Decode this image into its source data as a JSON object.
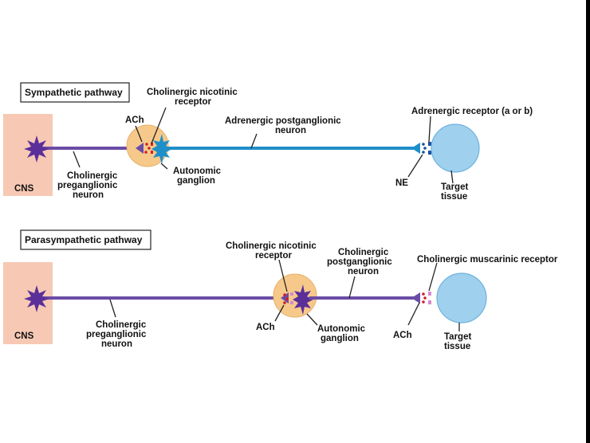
{
  "colors": {
    "cns_box": "#f7c9b4",
    "preganglionic_axon": "#6a4ca6",
    "postganglionic_adrenergic_axon": "#1f8fc9",
    "ganglion": "#f6c98a",
    "target_tissue": "#9fd0ee",
    "receptor_red": "#d0202a",
    "receptor_blue": "#1b4f9c"
  },
  "sympathetic": {
    "title": "Sympathetic pathway",
    "cns": "CNS",
    "ach": "ACh",
    "nicotinic_receptor": [
      "Cholinergic nicotinic",
      "receptor"
    ],
    "preganglionic": [
      "Cholinergic",
      "preganglionic",
      "neuron"
    ],
    "ganglion": [
      "Autonomic",
      "ganglion"
    ],
    "postganglionic": [
      "Adrenergic postganglionic",
      "neuron"
    ],
    "adrenergic_receptor": "Adrenergic receptor (a or b)",
    "ne": "NE",
    "target": [
      "Target",
      "tissue"
    ]
  },
  "parasympathetic": {
    "title": "Parasympathetic pathway",
    "cns": "CNS",
    "preganglionic": [
      "Cholinergic",
      "preganglionic",
      "neuron"
    ],
    "nicotinic_receptor": [
      "Cholinergic nicotinic",
      "receptor"
    ],
    "ach_ganglion": "ACh",
    "ganglion": [
      "Autonomic",
      "ganglion"
    ],
    "postganglionic": [
      "Cholinergic",
      "postganglionic",
      "neuron"
    ],
    "muscarinic_receptor": "Cholinergic muscarinic receptor",
    "ach_target": "ACh",
    "target": [
      "Target",
      "tissue"
    ]
  }
}
